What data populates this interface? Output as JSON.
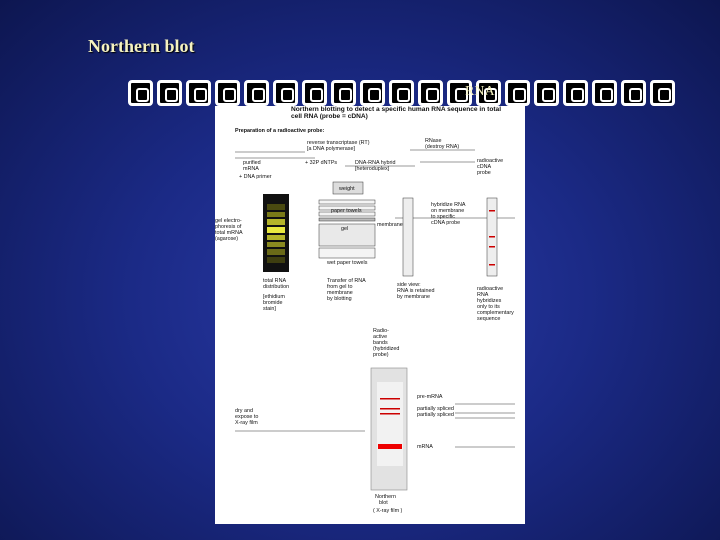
{
  "slide": {
    "title": "Northern blot",
    "garbled_count": 19,
    "rna_label": "RNA"
  },
  "figure": {
    "header": "Northern blotting to detect a specific human RNA sequence in total cell RNA (probe = cDNA)",
    "prep": "Preparation of a radioactive probe:",
    "rt": "reverse transcriptase (RT)",
    "rt2": "[a DNA polymerase]",
    "rnase": "RNase",
    "rnase2": "(destroy RNA)",
    "purified": "purified",
    "mrna": "mRNA",
    "primer": "+ DNA primer",
    "dntps": "+ 32P dNTPs",
    "hybrid": "DNA-RNA hybrid",
    "hetero": "[heteroduplex]",
    "radio": "radioactive",
    "cdna": "cDNA",
    "probe": "probe",
    "weight": "weight",
    "paper_towels": "paper towels",
    "gel": "gel",
    "membrane": "membrane",
    "wet_paper": "wet paper towels",
    "hybridize": "hybridize RNA",
    "on_membrane": "on membrane",
    "to_specific": "to specific",
    "cdna_probe": "cDNA probe",
    "gel_electro": "gel electro-",
    "phoresis": "phoresis of",
    "total_mrna": "total mRNA",
    "agarose": "(agarose)",
    "total_rna": "total RNA",
    "distribution": "distribution",
    "ethidium": "[ethidium",
    "bromide": "bromide",
    "stain": "stain]",
    "transfer": "Transfer of RNA",
    "from_gel": "from gel to",
    "membrane_by": "membrane",
    "by_blotting": "by blotting",
    "side_view": "side view:",
    "retained": "RNA is retained",
    "by_membrane": "by membrane",
    "radio_rna": "radioactive",
    "rna": "RNA",
    "hybridizes": "hybridizes",
    "only_to": "only to its",
    "complementary": "complementary",
    "sequence": "sequence",
    "radioactive_bands": "Radio-",
    "active": "active",
    "bands": "bands",
    "hybridized": "(hybridized",
    "probe2": "probe)",
    "dry": "dry and",
    "expose": "expose to",
    "xray": "X-ray film",
    "pre_mrna": "pre-mRNA",
    "partially1": "partially spliced",
    "partially2": "partially spliced",
    "mrna2": "mRNA",
    "northern": "Northern",
    "blot": "blot",
    "xray_film": "( X-ray film )"
  }
}
